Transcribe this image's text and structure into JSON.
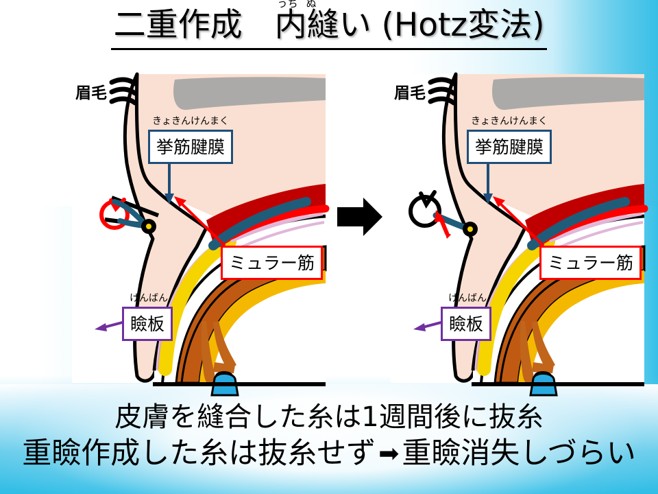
{
  "slide": {
    "title_main": "二重作成　内縫い (Hotz変法)",
    "title_ruby_1": "うち",
    "title_ruby_2": "ぬ",
    "background_accent": "#35c0e8"
  },
  "caption": {
    "line1": "皮膚を縫合した糸は1週間後に抜糸",
    "line2_before": "重瞼作成した糸は抜糸せず",
    "line2_arrow": "➡",
    "line2_after": "重瞼消失しづらい"
  },
  "center_arrow": {
    "glyph": "➡",
    "color": "#000000"
  },
  "panels": [
    {
      "id": "before",
      "brow_label": "眉毛",
      "callouts": [
        {
          "name": "levator",
          "ruby": "きょきんけんまく",
          "label": "挙筋腱膜",
          "color": "#1F4E79"
        },
        {
          "name": "muller",
          "ruby": "",
          "label": "ミュラー筋",
          "color": "#FF0000"
        },
        {
          "name": "tarsus",
          "ruby": "けんばん",
          "label": "瞼板",
          "color": "#7030A0"
        }
      ],
      "suture": {
        "thread_color": "#FF0000",
        "knot_color": "#000000",
        "state": "tied-loop"
      }
    },
    {
      "id": "after",
      "brow_label": "眉毛",
      "callouts": [
        {
          "name": "levator",
          "ruby": "きょきんけんまく",
          "label": "挙筋腱膜",
          "color": "#1F4E79"
        },
        {
          "name": "muller",
          "ruby": "",
          "label": "ミュラー筋",
          "color": "#FF0000"
        },
        {
          "name": "tarsus",
          "ruby": "けんばん",
          "label": "瞼板",
          "color": "#7030A0"
        }
      ],
      "suture": {
        "thread_color": "#000000",
        "knot_color": "#000000",
        "state": "buried-loop"
      }
    }
  ],
  "anatomy_colors": {
    "skin": "#FAE0D2",
    "brow_bone": "#A6A6A6",
    "levator_aponeurosis": "#1F5C7A",
    "muller_muscle": "#C00000",
    "orbicularis": "#F2C1D4",
    "tarsal_plate": "#C05A12",
    "tarsus_inner": "#F5B800",
    "septum_yellow": "#F5D400",
    "conjunctiva": "#FFFFFF",
    "eyelash": "#C0651A",
    "cornea": "#29ABE2",
    "outline": "#000000"
  }
}
